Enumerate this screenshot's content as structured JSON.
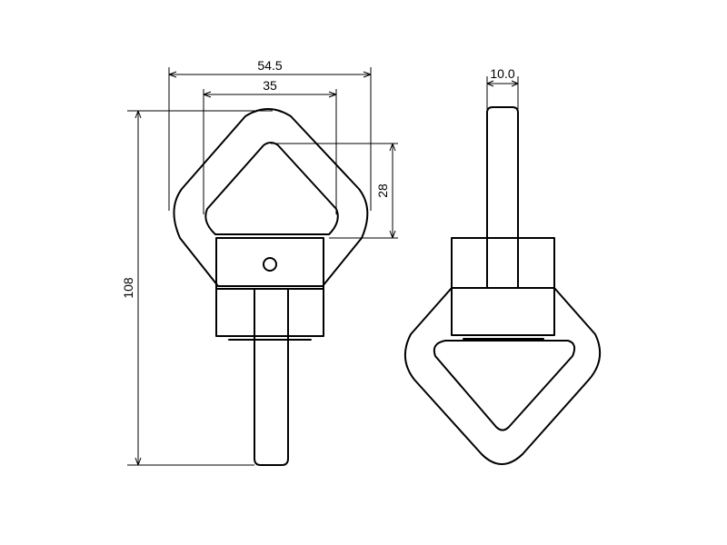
{
  "drawing": {
    "front_view": {
      "width_outer": "54.5",
      "width_inner": "35",
      "triangle_height": "28",
      "total_height": "108"
    },
    "side_view": {
      "thickness": "10.0"
    },
    "line_color": "#000000",
    "background": "#ffffff"
  }
}
